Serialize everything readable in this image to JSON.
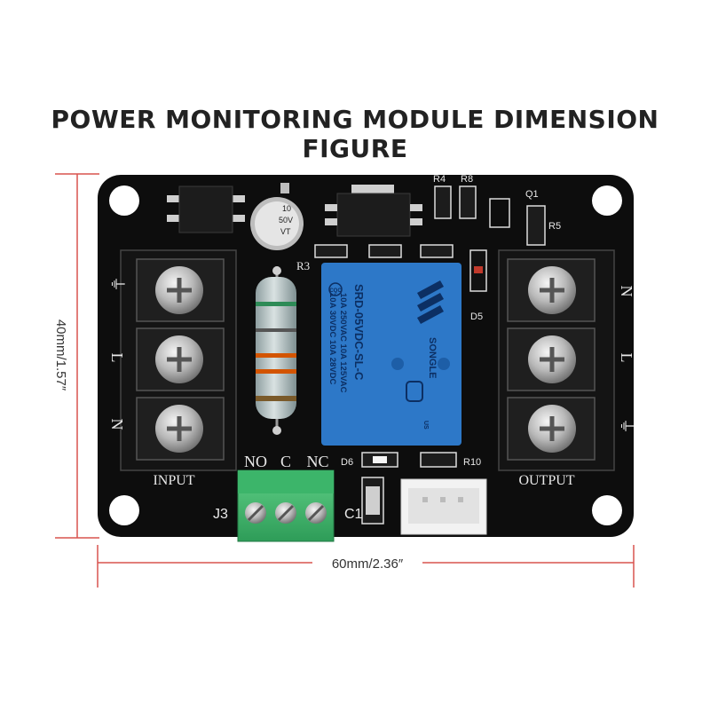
{
  "title": "POWER MONITORING MODULE DIMENSION FIGURE",
  "dimensions": {
    "height_label": "40mm/1.57″",
    "width_label": "60mm/2.36″",
    "line_color": "#d9534f"
  },
  "board": {
    "pcb_color": "#0d0d0d",
    "input_label": "INPUT",
    "output_label": "OUTPUT",
    "input_terminals": [
      "⏚",
      "L",
      "N"
    ],
    "output_terminals": [
      "N",
      "L",
      "⏚"
    ],
    "relay_terminal_labels": [
      "NO",
      "C",
      "NC"
    ],
    "designators": {
      "r3": "R3",
      "r4": "R4",
      "r8": "R8",
      "r5": "R5",
      "r10": "R10",
      "q1": "Q1",
      "d5": "D5",
      "d6": "D6",
      "j3": "J3",
      "c1": "C1"
    },
    "capacitor_marking": [
      "10",
      "50V",
      "VT"
    ]
  },
  "relay": {
    "color": "#2d78c8",
    "model": "SRD-05VDC-SL-C",
    "brand": "SONGLE",
    "ratings": [
      "10A 250VAC  10A 125VAC",
      "10A  30VDC  10A  28VDC"
    ],
    "cqc": "CQC",
    "us": "US"
  }
}
